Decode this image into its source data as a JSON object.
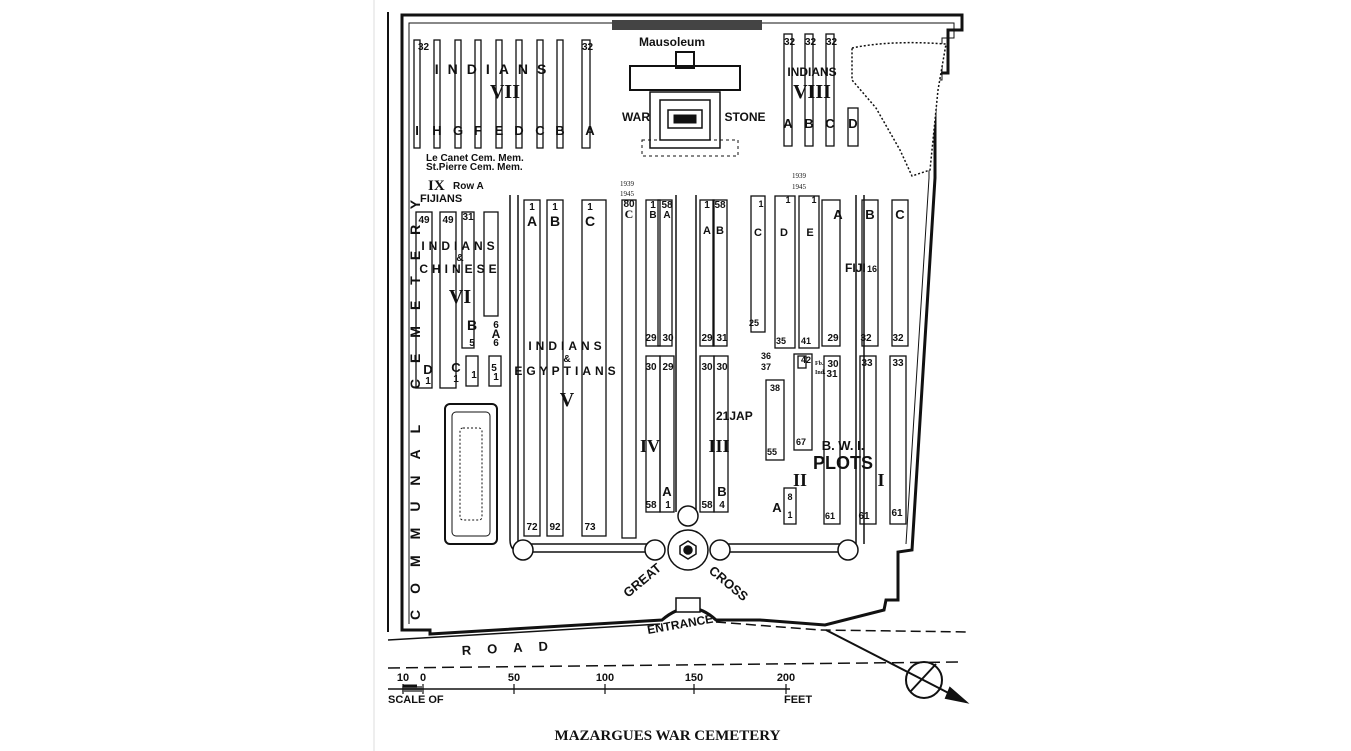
{
  "title": "MAZARGUES WAR CEMETERY",
  "top_labels": {
    "mausoleum": "Mausoleum",
    "war": "WAR",
    "stone": "STONE"
  },
  "side_labels": {
    "communal_cemetery": "COMMUNAL CEMETERY",
    "road": "ROAD",
    "great": "GREAT",
    "cross": "CROSS",
    "entrance": "ENTRANCE"
  },
  "plots": {
    "vii": {
      "group": "INDIANS",
      "numeral": "VII",
      "rows": [
        "I",
        "H",
        "G",
        "F",
        "E",
        "D",
        "C",
        "B",
        "A"
      ],
      "top_numbers": [
        "32",
        "32"
      ]
    },
    "viii": {
      "group": "INDIANS",
      "numeral": "VIII",
      "rows": [
        "A",
        "B",
        "C",
        "D"
      ],
      "top_numbers": [
        "32",
        "32",
        "32"
      ]
    },
    "memorials": [
      "Le Canet Cem. Mem.",
      "St.Pierre Cem. Mem."
    ],
    "ix": {
      "numeral": "IX",
      "row_text": "Row A",
      "group": "FIJIANS"
    },
    "vi": {
      "group1": "INDIANS",
      "amp": "&",
      "group2": "CHINESE",
      "numeral": "VI",
      "numbers": [
        "49",
        "49",
        "31",
        "6",
        "6",
        "5",
        "5"
      ],
      "rows": [
        "B",
        "A",
        "C",
        "D"
      ],
      "ones": [
        "1",
        "1",
        "1",
        "1"
      ]
    },
    "v": {
      "group1": "INDIANS",
      "amp": "&",
      "group2": "EGYPTIANS",
      "numeral": "V",
      "rows": [
        "A",
        "B",
        "C"
      ],
      "top_numbers": [
        "1",
        "1",
        "1"
      ],
      "bottom_numbers": [
        "72",
        "92",
        "73"
      ]
    },
    "iv": {
      "numeral": "IV",
      "years": [
        "1939",
        "1945"
      ],
      "rows": [
        "C",
        "B",
        "A",
        "A"
      ],
      "numbers": [
        "80",
        "1",
        "58",
        "29",
        "30",
        "30",
        "29",
        "58",
        "1"
      ]
    },
    "iii": {
      "numeral": "III",
      "rows": [
        "A",
        "B",
        "B"
      ],
      "jap": "21JAP",
      "numbers": [
        "1",
        "58",
        "29",
        "31",
        "30",
        "30",
        "58",
        "4"
      ]
    },
    "ii": {
      "numeral": "II",
      "rows": [
        "C",
        "D",
        "E",
        "A"
      ],
      "years": [
        "1939",
        "1945"
      ],
      "numbers": [
        "1",
        "1",
        "1",
        "25",
        "35",
        "41",
        "36",
        "37",
        "38",
        "55",
        "42",
        "67",
        "8",
        "1",
        "61"
      ]
    },
    "i": {
      "numeral": "I",
      "rows": [
        "A",
        "B",
        "C"
      ],
      "fiji": "FIJI",
      "fiji_count": "16",
      "numbers": [
        "29",
        "32",
        "32",
        "30",
        "31",
        "33",
        "33",
        "61",
        "61"
      ],
      "fb": "Fb.",
      "ind": "Ind."
    },
    "bwi": {
      "label1": "B. W. I.",
      "label2": "PLOTS"
    }
  },
  "scale": {
    "ticks": [
      "10",
      "0",
      "50",
      "100",
      "150",
      "200"
    ],
    "left_label": "SCALE OF",
    "right_label": "FEET"
  },
  "colors": {
    "ink": "#111111",
    "paper": "#ffffff",
    "margin_line": "#d6d6d6"
  }
}
